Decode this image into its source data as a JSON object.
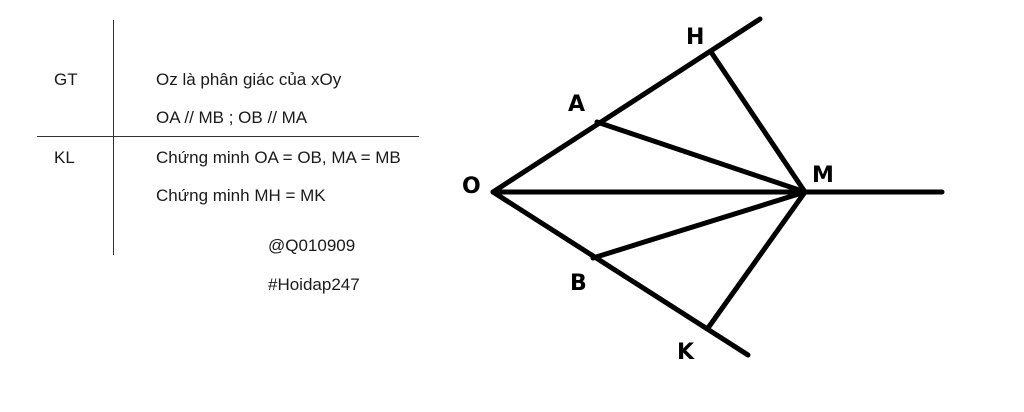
{
  "table": {
    "gt_label": "GT",
    "kl_label": "KL",
    "gt_lines": [
      "Oz là phân giác của xOy",
      "OA // MB ; OB // MA"
    ],
    "kl_lines": [
      "Chứng minh OA = OB, MA = MB",
      "Chứng minh MH = MK"
    ]
  },
  "credits": {
    "user": "@Q010909",
    "site": "#Hoidap247"
  },
  "figure": {
    "points": {
      "O": "O",
      "A": "A",
      "B": "B",
      "M": "M",
      "H": "H",
      "K": "K"
    }
  }
}
